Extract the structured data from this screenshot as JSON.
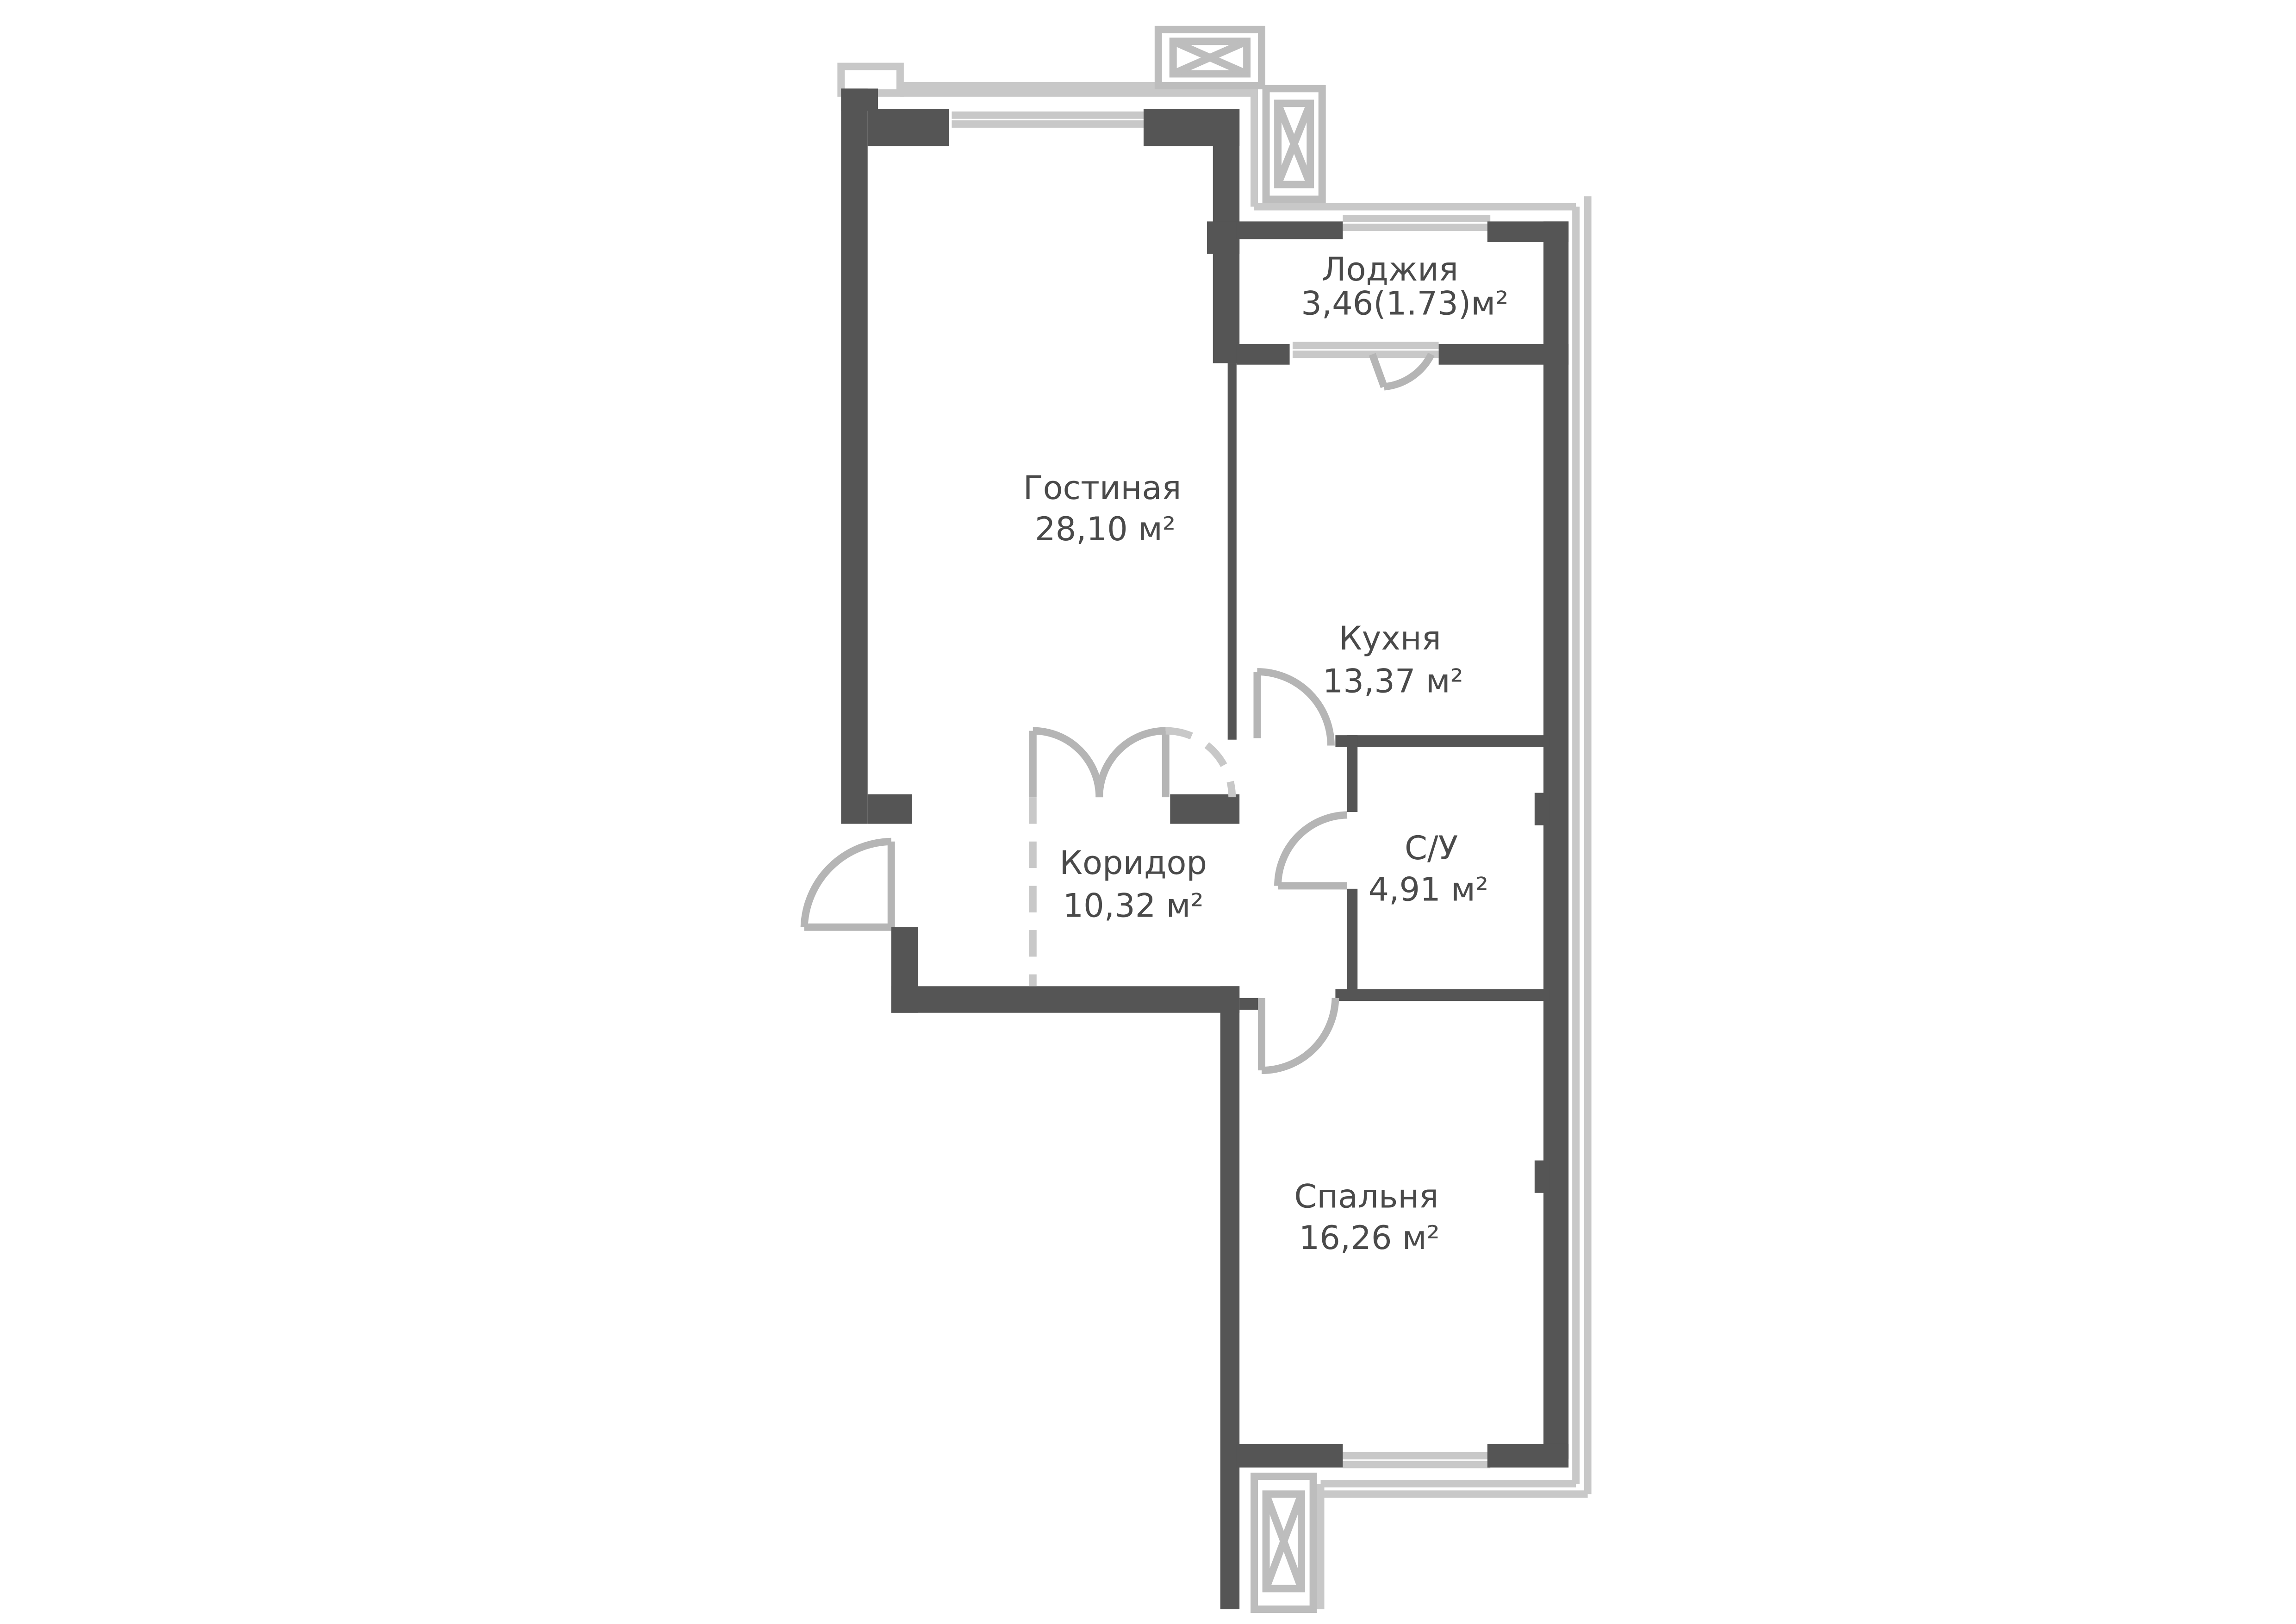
{
  "rooms": {
    "loggia": {
      "name": "Лоджия",
      "area": "3,46(1.73)м²"
    },
    "living": {
      "name": "Гостиная",
      "area": "28,10 м²"
    },
    "kitchen": {
      "name": "Кухня",
      "area": "13,37 м²"
    },
    "bathroom": {
      "name": "С/У",
      "area": "4,91 м²"
    },
    "corridor": {
      "name": "Коридор",
      "area": "10,32 м²"
    },
    "bedroom": {
      "name": "Спальня",
      "area": "16,26 м²"
    }
  },
  "colors": {
    "wall": "#555555",
    "thin_line": "#c8c8c8",
    "text": "#4a4a4a",
    "background": "#ffffff"
  }
}
